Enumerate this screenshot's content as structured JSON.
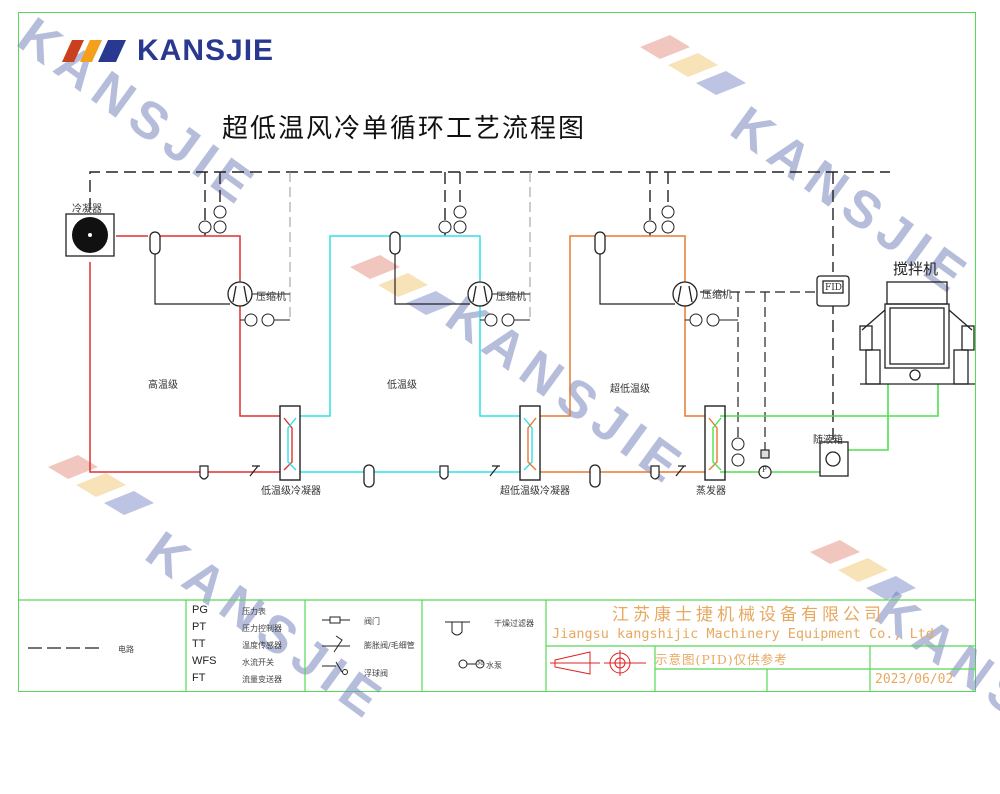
{
  "brand": {
    "logo_text": "KANSJIE",
    "watermark_text": "KANSJIE",
    "colors": {
      "red": "#c8401e",
      "orange": "#f4a01c",
      "blue": "#2a3990"
    }
  },
  "title": "超低温风冷单循环工艺流程图",
  "components": {
    "condenser": "冷凝器",
    "compressor_1": "压缩机",
    "compressor_2": "压缩机",
    "compressor_3": "压缩机",
    "mixer": "搅拌机",
    "fid": "FID",
    "low_temp_condenser": "低温级冷凝器",
    "ultra_low_condenser": "超低温级冷凝器",
    "evaporator": "蒸发器",
    "tank": "随液箱",
    "pump_label": "P"
  },
  "stages": {
    "high": "高温级",
    "low": "低温级",
    "ultra_low": "超低温级"
  },
  "line_colors": {
    "high_stage": "#e03030",
    "low_stage": "#30e0e8",
    "ultra_low_stage": "#e87830",
    "coolant": "#50e050",
    "electrical": "#222222"
  },
  "legend": {
    "line_label": "电路",
    "codes": [
      {
        "code": "PG",
        "desc": "压力表"
      },
      {
        "code": "PT",
        "desc": "压力控制器"
      },
      {
        "code": "TT",
        "desc": "温度传感器"
      },
      {
        "code": "WFS",
        "desc": "水流开关"
      },
      {
        "code": "FT",
        "desc": "流量变送器"
      }
    ],
    "symbols_1": [
      {
        "desc": "阀门"
      },
      {
        "desc": "膨胀阀/毛细管"
      },
      {
        "desc": "浮球阀"
      }
    ],
    "symbols_2": [
      {
        "desc": "干燥过滤器"
      },
      {
        "desc": "水泵",
        "symbol_text": "M"
      }
    ]
  },
  "title_block": {
    "company_cn": "江苏康士捷机械设备有限公司",
    "company_en": "Jiangsu kangshijic Machinery Equipment Co., Ltd",
    "note": "示意图(PID)仅供参考",
    "date": "2023/06/02"
  }
}
